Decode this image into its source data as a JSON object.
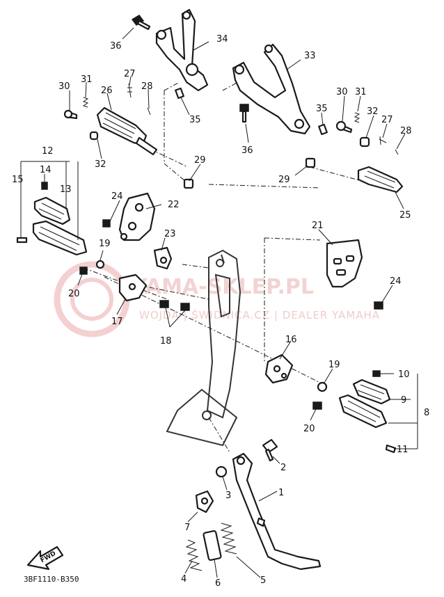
{
  "diagram_code": "3BF1110-B350",
  "watermark": {
    "title": "YAMA-SKLEP.PL",
    "subtitle": "WOJDA | ŚWIDNICA.CZ  |  DEALER YAMAHA"
  },
  "fwd_arrow": {
    "label": "FWD"
  },
  "callouts": {
    "c1": "1",
    "c2": "2",
    "c3": "3",
    "c4": "4",
    "c5": "5",
    "c6": "6",
    "c7": "7",
    "c8": "8",
    "c9": "9",
    "c10": "10",
    "c11": "11",
    "c12": "12",
    "c13": "13",
    "c14": "14",
    "c15": "15",
    "c16": "16",
    "c17": "17",
    "c18": "18",
    "c19a": "19",
    "c19b": "19",
    "c20a": "20",
    "c20b": "20",
    "c21": "21",
    "c22": "22",
    "c23": "23",
    "c24a": "24",
    "c24b": "24",
    "c25": "25",
    "c26": "26",
    "c27a": "27",
    "c27b": "27",
    "c28a": "28",
    "c28b": "28",
    "c29a": "29",
    "c29b": "29",
    "c30a": "30",
    "c30b": "30",
    "c31a": "31",
    "c31b": "31",
    "c32a": "32",
    "c32b": "32",
    "c33": "33",
    "c34": "34",
    "c35a": "35",
    "c35b": "35",
    "c36a": "36",
    "c36b": "36"
  },
  "colors": {
    "line": "#1a1a1a",
    "watermark": "#e9b0b0",
    "background": "#ffffff"
  }
}
